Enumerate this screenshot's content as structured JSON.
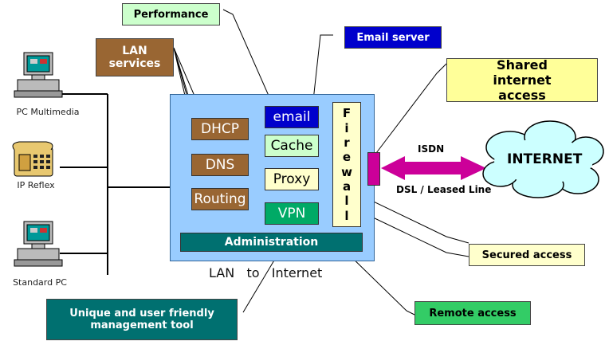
{
  "callouts": {
    "performance": "Performance",
    "email_server": "Email server",
    "lan_services": "LAN services",
    "shared_internet": "Shared internet access",
    "secured_access": "Secured access",
    "remote_access": "Remote access",
    "management_tool": "Unique and user friendly management tool"
  },
  "devices": [
    {
      "label": "PC Multimedia",
      "icon": "pc-icon"
    },
    {
      "label": "IP Reflex",
      "icon": "phone-icon"
    },
    {
      "label": "Standard PC",
      "icon": "pc-icon"
    }
  ],
  "lan_box": {
    "services": [
      "DHCP",
      "DNS",
      "Routing"
    ],
    "modules": [
      "email",
      "Cache",
      "Proxy",
      "VPN"
    ],
    "firewall_letters": [
      "F",
      "i",
      "r",
      "e",
      "w",
      "a",
      "l",
      "l"
    ],
    "administration": "Administration",
    "caption": "LAN   to   Internet"
  },
  "connection": {
    "isdn": "ISDN",
    "dsl": "DSL / Leased Line"
  },
  "internet": "INTERNET",
  "colors": {
    "brown": "#996633",
    "teal": "#007070",
    "blue_box": "#0000cc",
    "lan_bg": "#99ccff",
    "pale_green": "#ccffcc",
    "pale_yellow": "#ffffcc",
    "yellow": "#ffff99",
    "green": "#33cc66",
    "magenta": "#cc0099"
  }
}
